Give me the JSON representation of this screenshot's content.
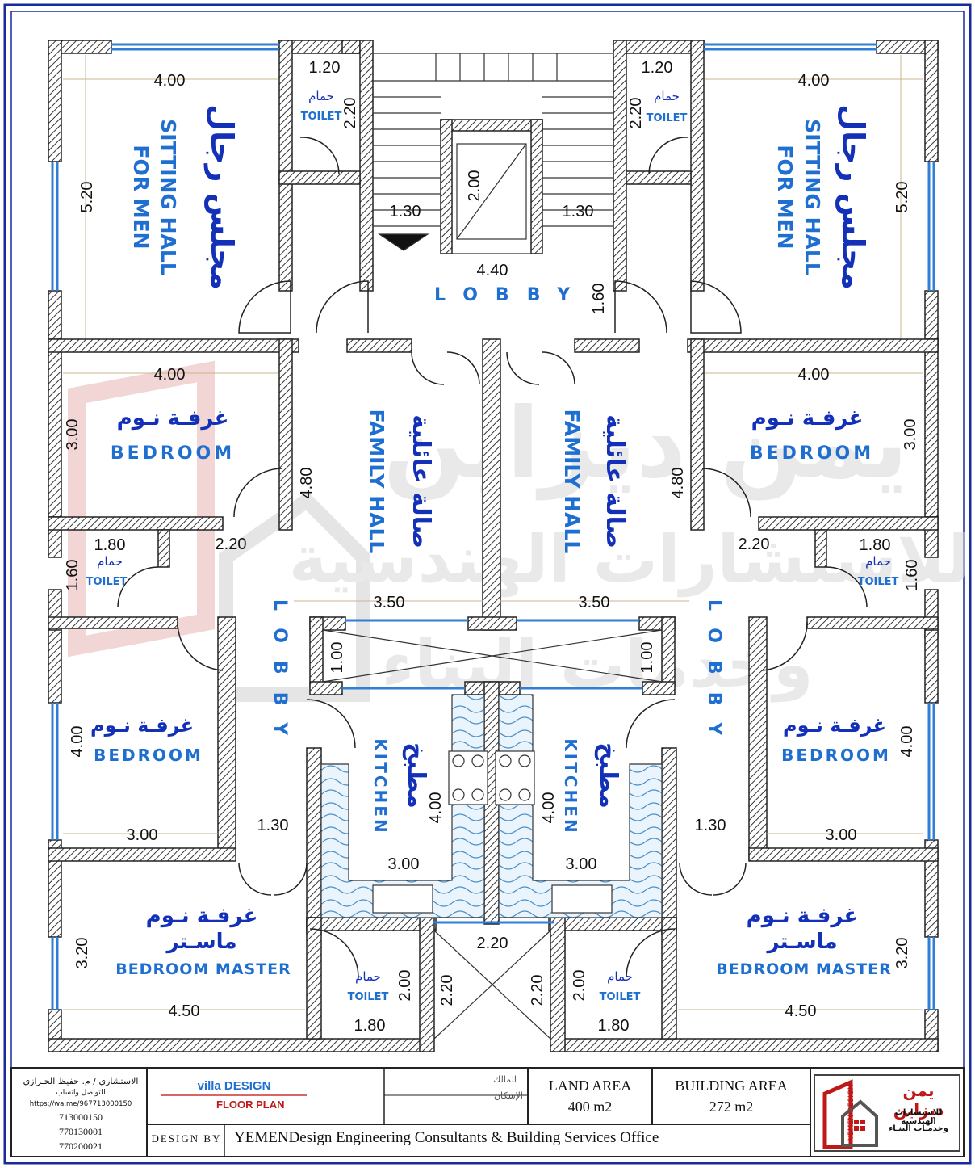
{
  "rooms": {
    "sitting_left": {
      "en1": "SITTING HALL",
      "en2": "FOR MEN",
      "ar": "مجلس رجال"
    },
    "sitting_right": {
      "en1": "SITTING HALL",
      "en2": "FOR MEN",
      "ar": "مجلس رجال"
    },
    "family_left": {
      "en": "FAMILY HALL",
      "ar": "صالة عائلية"
    },
    "family_right": {
      "en": "FAMILY HALL",
      "ar": "صالة عائلية"
    },
    "bedroom_label": {
      "en": "BEDROOM",
      "ar": "غرفـة نـوم"
    },
    "master_label": {
      "en": "BEDROOM MASTER",
      "ar1": "غرفـة نـوم",
      "ar2": "ماسـتر"
    },
    "kitchen": {
      "en": "KITCHEN",
      "ar": "مطبخ"
    },
    "toilet": {
      "en": "TOILET",
      "ar": "حمام"
    },
    "lobby": "LOBBY"
  },
  "dimensions": {
    "sit_w": "4.00",
    "sit_h": "5.20",
    "toilet_top_w": "1.20",
    "toilet_top_h": "2.20",
    "stair_w": "1.30",
    "elev_h": "2.00",
    "lobby_w": "4.40",
    "lobby_h": "1.60",
    "bed_w": "4.00",
    "bed_h": "3.00",
    "family_h": "4.80",
    "family_w": "3.50",
    "toilet_mid_w": "1.80",
    "toilet_mid_h": "1.60",
    "corr_w": "2.20",
    "shaft_h": "1.00",
    "bed2_h": "4.00",
    "bed2_w": "3.00",
    "corr2_w": "1.30",
    "kitchen_h": "4.00",
    "kitchen_w": "3.00",
    "master_h": "3.20",
    "master_w": "4.50",
    "toilet_bot_h": "2.00",
    "toilet_bot_w": "1.80",
    "entry_w": "2.20",
    "entry_h": "2.20"
  },
  "watermark": {
    "line1": "يمن ديزاين",
    "line2": "للاستشارات الهندسية",
    "line3": "وخدمات البناء"
  },
  "title_block": {
    "consultant": "الاستشاري / م. حفيظ الحـرازي",
    "contact_label": "للتواصل واتساب",
    "link": "https://wa.me/967713000150",
    "phones": [
      "713000150",
      "770130001",
      "770200021"
    ],
    "project": "villa DESIGN",
    "sheet": "FLOOR PLAN",
    "owner_label": "المالك",
    "floor_label": "الإسكان",
    "land_area_label": "LAND AREA",
    "land_area_value": "400 m2",
    "building_area_label": "BUILDING AREA",
    "building_area_value": "272 m2",
    "design_by_label": "DESIGN BY",
    "office": "YEMENDesign Engineering Consultants & Building Services Office",
    "logo_ar1": "يمن ديزاين",
    "logo_ar2": "للاستشارات الهندسية",
    "logo_ar3": "وخدمـات البنـاء",
    "logo_side": "YEMEN DESIGN"
  },
  "colors": {
    "border": "#1a2a9a",
    "window": "#2f7fd6",
    "wall_hatch": "#333333",
    "en_text": "#1f6fd0",
    "ar_text": "#1230b8",
    "tile": "#7fb8e6"
  }
}
